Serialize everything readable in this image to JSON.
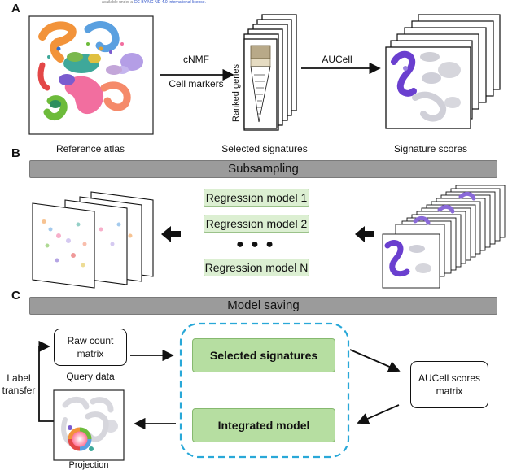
{
  "header_note": {
    "text": "available under a",
    "link": "CC-BY-NC-ND 4.0 International license."
  },
  "panels": {
    "a": "A",
    "b": "B",
    "c": "C"
  },
  "panel_a": {
    "reference_atlas": "Reference atlas",
    "cnmf_line1": "cNMF",
    "cnmf_line2": "Cell markers",
    "ranked_genes": "Ranked genes",
    "selected_signatures": "Selected signatures",
    "aucell": "AUCell",
    "signature_scores": "Signature scores"
  },
  "panel_b": {
    "bar": "Subsampling",
    "models": [
      "Regression model 1",
      "Regression model 2",
      "Regression model N"
    ],
    "dots": "● ● ●"
  },
  "panel_c": {
    "bar": "Model saving",
    "raw_count_line1": "Raw count",
    "raw_count_line2": "matrix",
    "query_data": "Query data",
    "label_transfer_line1": "Label",
    "label_transfer_line2": "transfer",
    "selected_signatures": "Selected signatures",
    "integrated_model": "Integrated model",
    "aucell_scores_line1": "AUCell scores",
    "aucell_scores_line2": "matrix",
    "projection": "Projection"
  },
  "colors": {
    "bar_gray": "#9b9b9b",
    "pill_green": "#dcefd2",
    "box_green": "#b6dea1",
    "dashed_blue": "#29a8d8",
    "score_purple": "#6a3fcf"
  }
}
